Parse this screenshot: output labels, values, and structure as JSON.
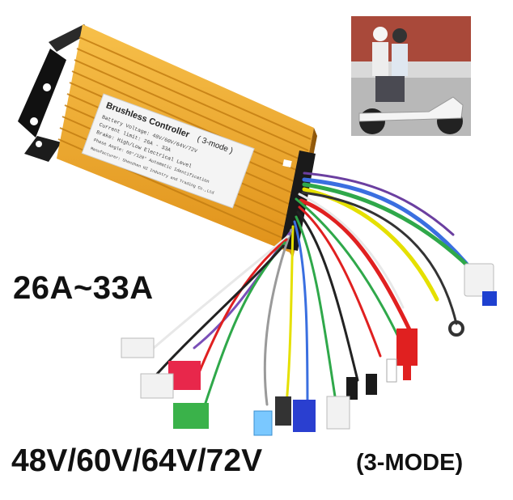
{
  "product": {
    "current_range": "26A~33A",
    "voltages": "48V/60V/64V/72V",
    "mode": "(3-MODE)"
  },
  "label": {
    "title": "Brushless Controller",
    "mode": "( 3-mode )",
    "lines": [
      "Battery Voltage: 48V/60V/64V/72V",
      "Current limit: 26A - 33A",
      "Brake: High/Low Electrical Level",
      "Phase Angle: 60°/120° Automatic Identification",
      "Manufacturer: Shenzhen HZ Industry and Trading Co.,Ltd"
    ]
  },
  "colors": {
    "housing": "#f0a21e",
    "housing_dark": "#b36f0c",
    "mount": "#1a1a1a"
  }
}
